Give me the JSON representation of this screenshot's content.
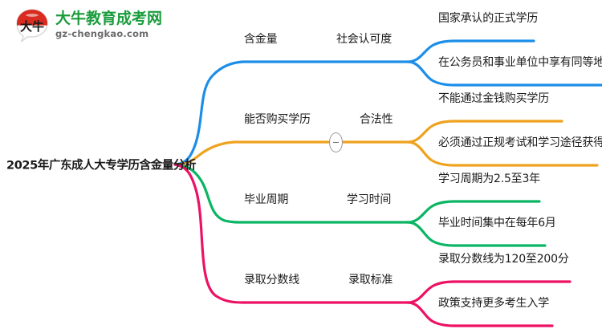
{
  "logo": {
    "mark_label": "大牛",
    "title": "大牛教育成考网",
    "subtitle": "gz-chengkao.com",
    "brand_green": "#1a9c3c",
    "brand_red": "#d92b20"
  },
  "mindmap": {
    "root": {
      "label": "2025年广东成人大专学历含金量分析"
    },
    "branches": [
      {
        "color": "#1c8ee8",
        "level1": "含金量",
        "level2": "社会认可度",
        "collapse_toggle": null,
        "leaves": [
          "国家承认的正式学历",
          "在公务员和事业单位中享有同等地位"
        ]
      },
      {
        "color": "#efa21e",
        "level1": "能否购买学历",
        "level2": "合法性",
        "collapse_toggle": "−",
        "leaves": [
          "不能通过金钱购买学历",
          "必须通过正规考试和学习途径获得"
        ]
      },
      {
        "color": "#0ab563",
        "level1": "毕业周期",
        "level2": "学习时间",
        "collapse_toggle": null,
        "leaves": [
          "学习周期为2.5至3年",
          "毕业时间集中在每年6月"
        ]
      },
      {
        "color": "#ed1164",
        "level1": "录取分数线",
        "level2": "录取标准",
        "collapse_toggle": null,
        "leaves": [
          "录取分数线为120至200分",
          "政策支持更多考生入学"
        ]
      }
    ]
  }
}
